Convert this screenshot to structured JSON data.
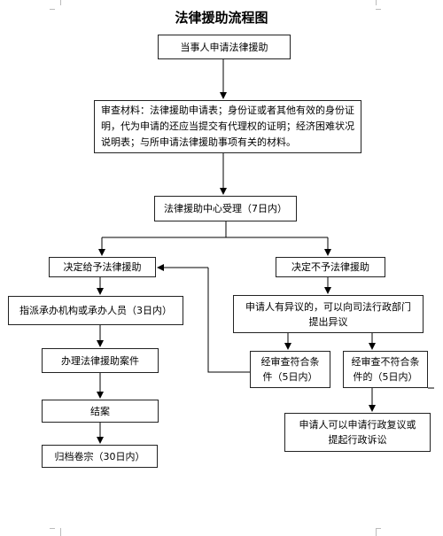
{
  "title": "法律援助流程图",
  "nodes": {
    "apply": "当事人申请法律援助",
    "materials": "审查材料：法律援助申请表；身份证或者其他有效的身份证明，代为申请的还应当提交有代理权的证明；经济困难状况说明表；与所申请法律援助事项有关的材料。",
    "accept": "法律援助中心受理（7日内）",
    "grant": "决定给予法律援助",
    "deny": "决定不予法律援助",
    "assign": "指派承办机构或承办人员（3日内）",
    "objection": "申请人有异议的，可以向司法行政部门提出异议",
    "handle": "办理法律援助案件",
    "review_ok": "经审查符合条件（5日内）",
    "review_fail": "经审查不符合条件的（5日内）",
    "close": "结案",
    "reconsider": "申请人可以申请行政复议或提起行政诉讼",
    "archive": "归档卷宗（30日内）"
  }
}
